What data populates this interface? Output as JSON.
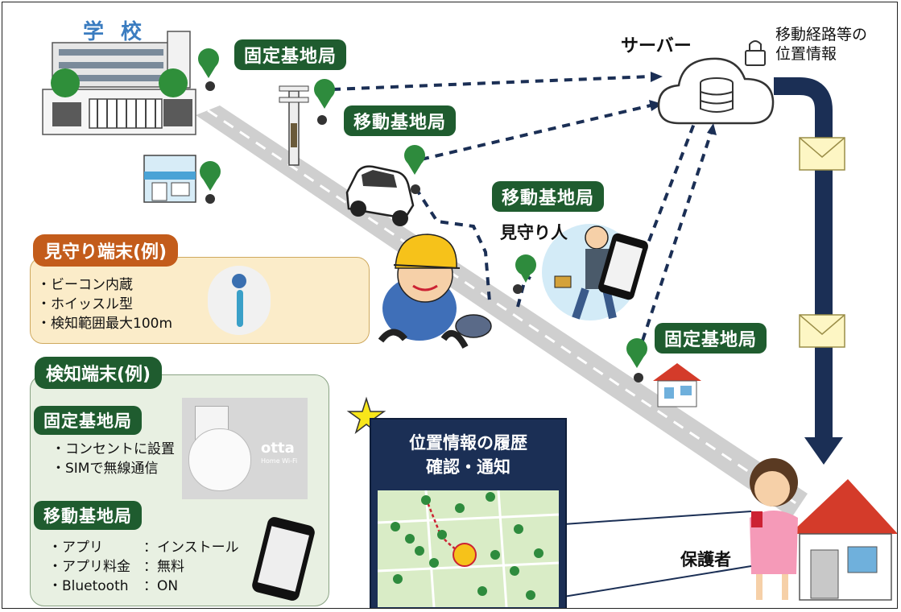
{
  "school": {
    "label": "学 校"
  },
  "fixed_station_top": {
    "label": "固定基地局"
  },
  "mobile_station_car": {
    "label": "移動基地局"
  },
  "server": {
    "label": "サーバー"
  },
  "location_note": {
    "line1": "移動経路等の",
    "line2": "位置情報"
  },
  "mobile_station_watcher": {
    "label": "移動基地局"
  },
  "watcher": {
    "label": "見守り人"
  },
  "fixed_station_house": {
    "label": "固定基地局"
  },
  "guardian": {
    "label": "保護者"
  },
  "watch_terminal": {
    "title": "見守り端末(例)",
    "bullets": [
      "・ビーコン内蔵",
      "・ホイッスル型",
      "・検知範囲最大100m"
    ]
  },
  "detect_terminal": {
    "title": "検知端末(例)",
    "fixed": {
      "title": "固定基地局",
      "bullets": [
        "・コンセントに設置",
        "・SIMで無線通信"
      ]
    },
    "device_brand": "otta",
    "device_sub": "Home Wi-Fi",
    "mobile": {
      "title": "移動基地局",
      "rows": [
        {
          "k": "・アプリ",
          "v": "：インストール"
        },
        {
          "k": "・アプリ料金",
          "v": "：無料"
        },
        {
          "k": "・Bluetooth",
          "v": "：ON"
        }
      ]
    }
  },
  "history": {
    "line1": "位置情報の履歴",
    "line2": "確認・通知"
  },
  "colors": {
    "green_label": "#1f5c2f",
    "navy": "#1b2f55",
    "orange": "#c35c1b",
    "pin_green": "#2e8b3d"
  }
}
